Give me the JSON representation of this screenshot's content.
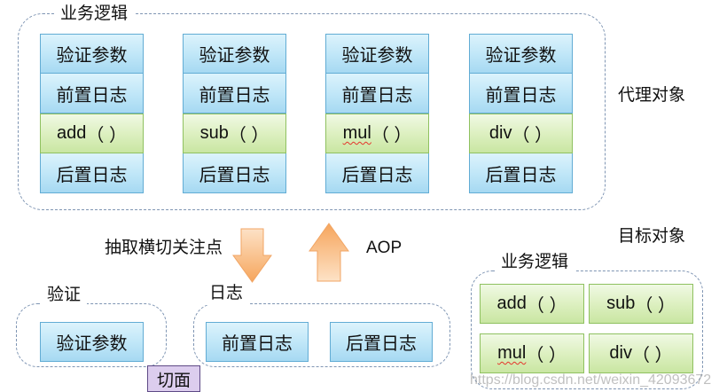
{
  "proxy_panel": {
    "title": "业务逻辑",
    "columns": [
      {
        "validate": "验证参数",
        "before": "前置日志",
        "method": {
          "name": "add",
          "args": "（ ）"
        },
        "after": "后置日志"
      },
      {
        "validate": "验证参数",
        "before": "前置日志",
        "method": {
          "name": "sub",
          "args": "（ ）"
        },
        "after": "后置日志"
      },
      {
        "validate": "验证参数",
        "before": "前置日志",
        "method": {
          "name": "mul",
          "args": "（ ）"
        },
        "after": "后置日志"
      },
      {
        "validate": "验证参数",
        "before": "前置日志",
        "method": {
          "name": "div",
          "args": "（ ）"
        },
        "after": "后置日志"
      }
    ]
  },
  "annotations": {
    "proxy_object": "代理对象",
    "target_object": "目标对象",
    "extract": "抽取横切关注点",
    "aop": "AOP"
  },
  "aspects": {
    "label": "切面",
    "validation": {
      "title": "验证",
      "items": [
        "验证参数"
      ]
    },
    "logging": {
      "title": "日志",
      "items": [
        "前置日志",
        "后置日志"
      ]
    }
  },
  "target_panel": {
    "title": "业务逻辑",
    "methods": [
      {
        "name": "add",
        "args": "（ ）"
      },
      {
        "name": "sub",
        "args": "（ ）"
      },
      {
        "name": "mul",
        "args": "（ ）"
      },
      {
        "name": "div",
        "args": "（ ）"
      }
    ]
  },
  "icons": {
    "extract_arrow": "down-arrow-icon",
    "aop_arrow": "up-arrow-icon"
  },
  "colors": {
    "advice_cell": "#a6d9f2",
    "method_cell": "#c9e6a2",
    "arrow": "#f6a55c",
    "aspect_label": "#dccdee",
    "dashed_border": "#7f95b3",
    "spell_underline": "#e5352b"
  },
  "watermark": "https://blog.csdn.net/weixin_42093672"
}
